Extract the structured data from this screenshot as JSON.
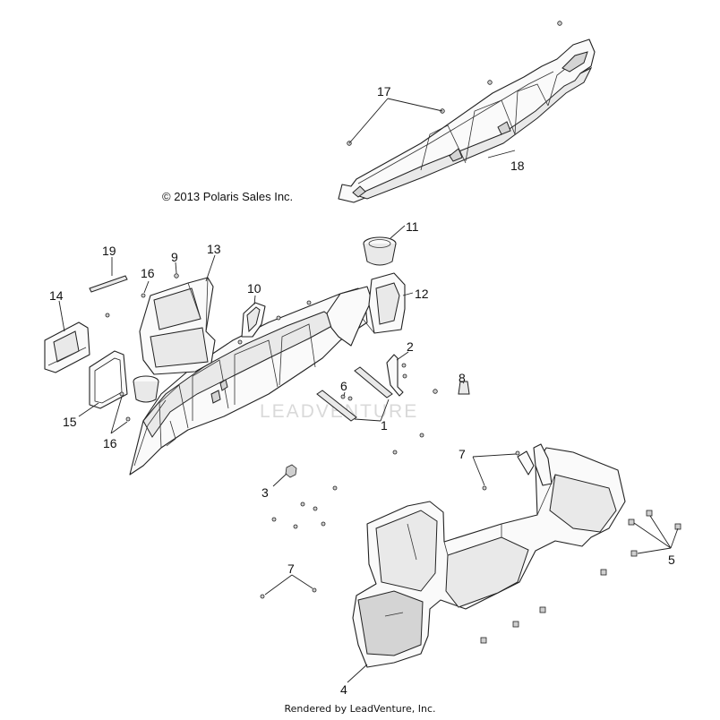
{
  "copyright": "© 2013 Polaris Sales Inc.",
  "footer": "Rendered by LeadVenture, Inc.",
  "watermark_text": "LEADVENTURE",
  "callouts": [
    "1",
    "2",
    "3",
    "4",
    "5",
    "6",
    "7",
    "7",
    "8",
    "9",
    "10",
    "11",
    "12",
    "13",
    "14",
    "15",
    "16",
    "16",
    "17",
    "18",
    "19"
  ]
}
